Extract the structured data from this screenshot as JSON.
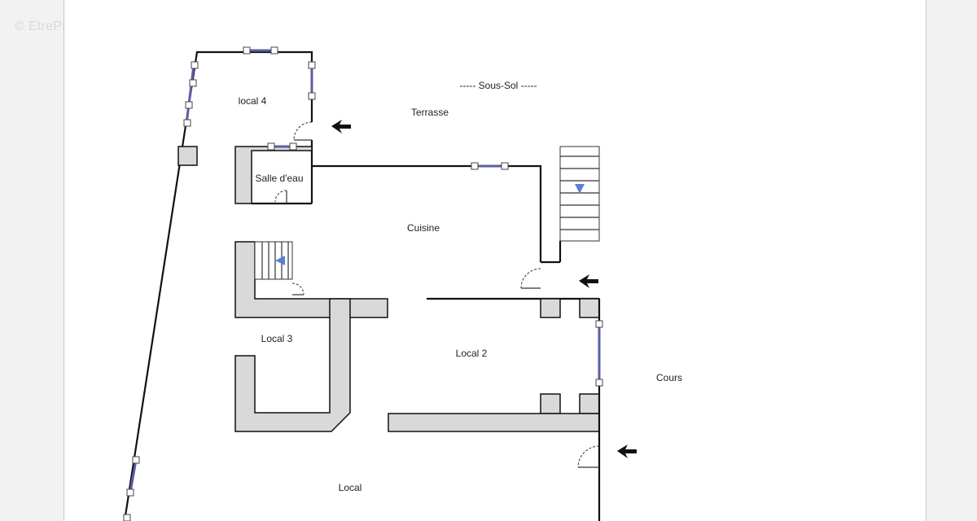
{
  "watermark": "© EtreProprio.com",
  "plan": {
    "title": "----- Sous-Sol -----",
    "rooms": {
      "local4": "local 4",
      "terrasse": "Terrasse",
      "salle_deau": "Salle d'eau",
      "cuisine": "Cuisine",
      "local3": "Local 3",
      "local2": "Local 2",
      "cours": "Cours",
      "local": "Local"
    }
  },
  "colors": {
    "wall_fill": "#d9d9d9",
    "window": "#5b5ea6",
    "stair_arrow": "#5b7fd6"
  }
}
